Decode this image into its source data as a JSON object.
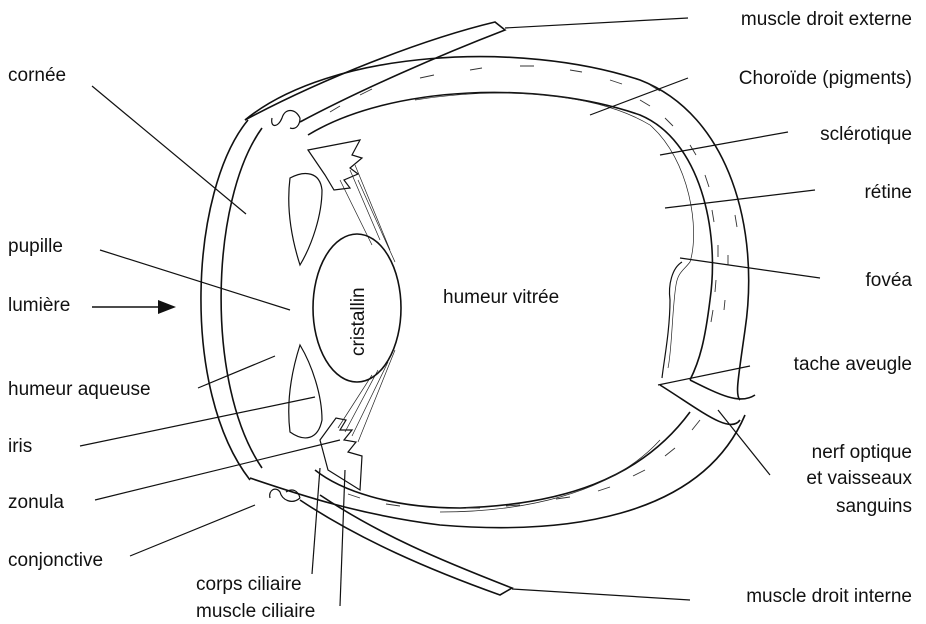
{
  "labels": {
    "muscle_droit_externe": "muscle droit externe",
    "choroide": "Choroïde (pigments)",
    "sclerotique": "sclérotique",
    "retine": "rétine",
    "fovea": "fovéa",
    "tache_aveugle": "tache aveugle",
    "nerf_optique_1": "nerf optique",
    "nerf_optique_2": "et vaisseaux",
    "nerf_optique_3": "sanguins",
    "muscle_droit_interne": "muscle droit interne",
    "cornee": "cornée",
    "pupille": "pupille",
    "lumiere": "lumière",
    "humeur_aqueuse": "humeur aqueuse",
    "iris": "iris",
    "zonula": "zonula",
    "conjonctive": "conjonctive",
    "corps_ciliaire": "corps ciliaire",
    "muscle_ciliaire": "muscle ciliaire",
    "humeur_vitree": "humeur vitrée",
    "cristallin": "cristallin"
  },
  "colors": {
    "ink": "#111111",
    "background": "#ffffff"
  }
}
